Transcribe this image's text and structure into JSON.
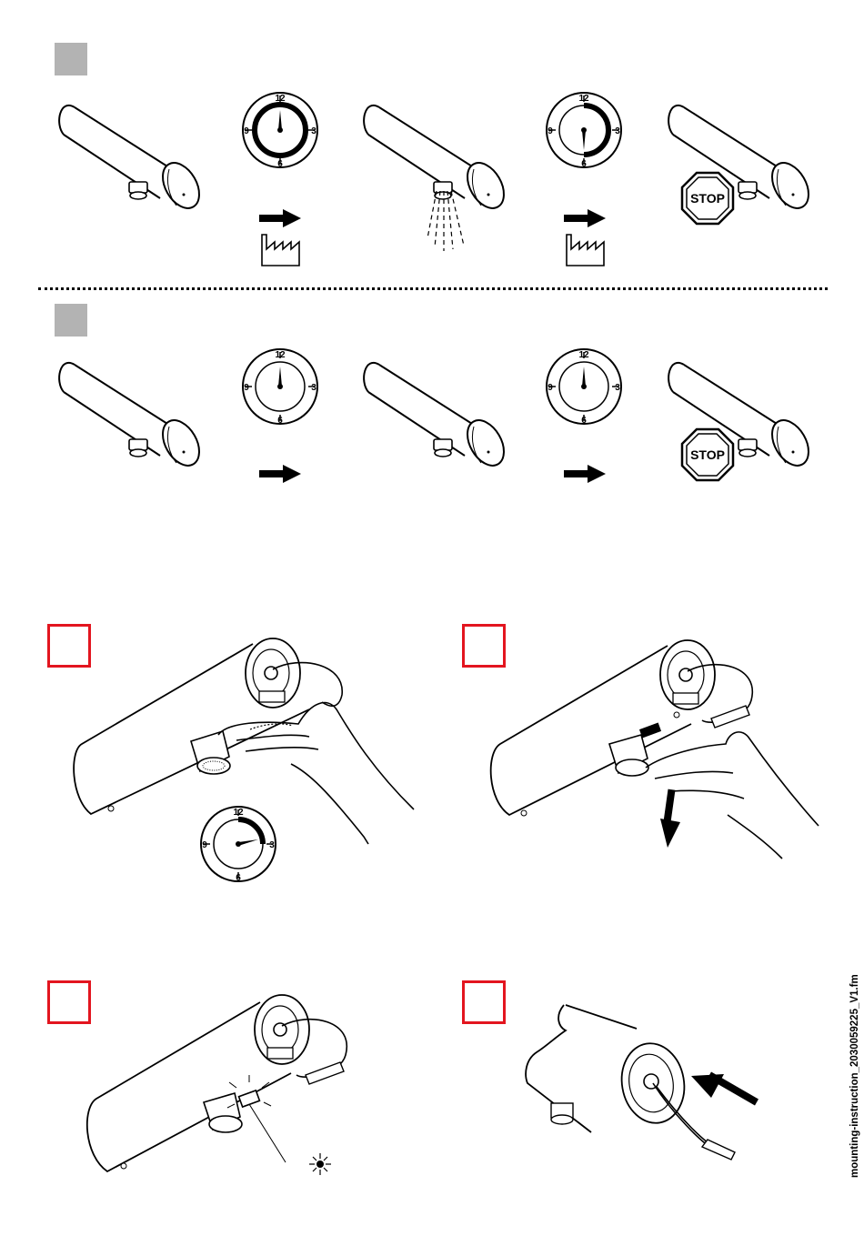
{
  "page": {
    "footer_ref": "mounting-instruction_2030059225_V1.fm"
  },
  "clock_labels": [
    "12",
    "3",
    "6",
    "9"
  ],
  "stop_label": "STOP",
  "colors": {
    "marker_gray": "#b3b3b3",
    "marker_red": "#e3151f",
    "line": "#000000"
  },
  "icons": {
    "faucet": "faucet-body-icon",
    "clock": "clock-timer-icon",
    "arrow": "arrow-right-icon",
    "factory": "factory-icon",
    "stop": "stop-sign-icon",
    "spray": "water-spray-icon",
    "hand": "hand-icon",
    "led": "led-flash-icon",
    "arrow_down": "arrow-down-icon",
    "arrow_insert": "arrow-insert-icon"
  }
}
